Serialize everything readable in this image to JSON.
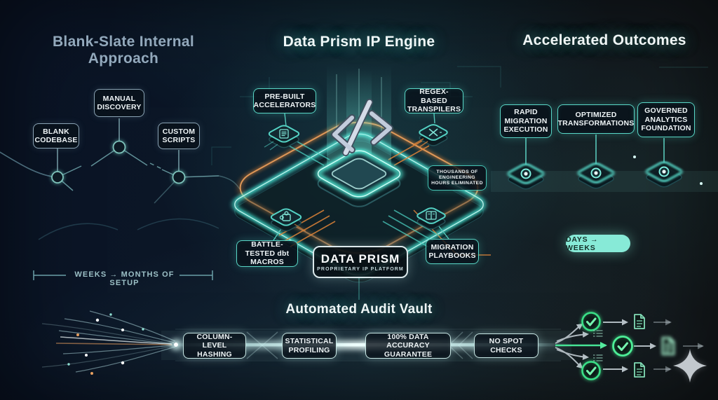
{
  "titles": {
    "left": "Blank-Slate Internal Approach",
    "center": "Data Prism IP Engine",
    "right": "Accelerated Outcomes",
    "audit": "Automated Audit Vault"
  },
  "left_panel": {
    "boxes": [
      {
        "label": "BLANK CODEBASE"
      },
      {
        "label": "MANUAL DISCOVERY"
      },
      {
        "label": "CUSTOM SCRIPTS"
      }
    ],
    "setup_duration": "WEEKS → MONTHS OF SETUP"
  },
  "engine": {
    "modules": [
      {
        "label": "PRE-BUILT ACCELERATORS",
        "icon": "accelerator-chip-icon"
      },
      {
        "label": "REGEX-BASED TRANSPILERS",
        "icon": "transpiler-chip-icon"
      },
      {
        "label": "BATTLE-TESTED dbt MACROS",
        "icon": "macros-chip-icon"
      },
      {
        "label": "MIGRATION PLAYBOOKS",
        "icon": "playbooks-chip-icon"
      }
    ],
    "core": {
      "name": "DATA PRISM",
      "subtitle": "PROPRIETARY IP PLATFORM",
      "icon": "code-slash-icon"
    },
    "callout": "THOUSANDS OF ENGINEERING HOURS ELIMINATED"
  },
  "outcomes": {
    "boxes": [
      {
        "label": "RAPID MIGRATION EXECUTION"
      },
      {
        "label": "OPTIMIZED TRANSFORMATIONS"
      },
      {
        "label": "GOVERNED ANALYTICS FOUNDATION"
      }
    ],
    "duration_pill": "DAYS → WEEKS"
  },
  "audit": {
    "boxes": [
      {
        "label": "COLUMN-LEVEL HASHING"
      },
      {
        "label": "STATISTICAL PROFILING"
      },
      {
        "label": "100% DATA ACCURACY GUARANTEE"
      },
      {
        "label": "NO SPOT CHECKS"
      }
    ],
    "icons": [
      "check-circle-icon",
      "document-icon",
      "list-icon",
      "sparkle-icon"
    ]
  },
  "colors": {
    "teal_glow": "#54e0cf",
    "orange_trace": "#e08a44",
    "green_check": "#3fe08a",
    "mint_pill": "#87ead7",
    "navy_bg": "#0a1426",
    "slate_title": "#93a9bc"
  }
}
